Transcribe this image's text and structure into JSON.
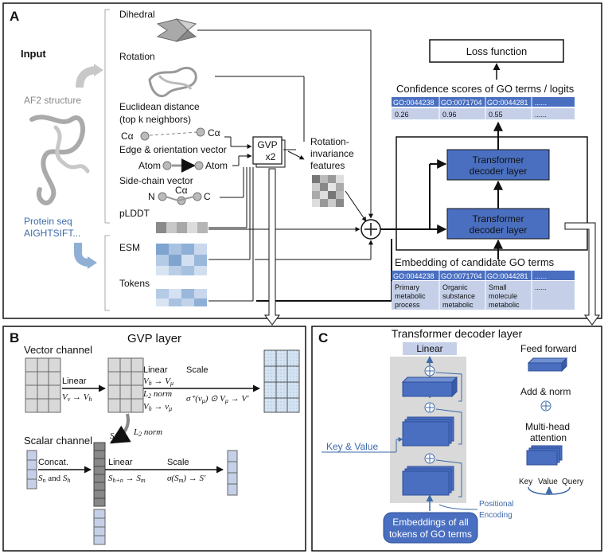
{
  "panels": {
    "A": {
      "letter": "A"
    },
    "B": {
      "letter": "B",
      "title": "GVP layer"
    },
    "C": {
      "letter": "C",
      "title": "Transformer decoder layer"
    }
  },
  "input": {
    "title": "Input",
    "af2": "AF2 structure",
    "protein_seq": "Protein seq",
    "seq_text": "AIGHTSIFT..."
  },
  "features": {
    "dihedral": "Dihedral",
    "rotation": "Rotation",
    "euclid_line1": "Euclidean distance",
    "euclid_line2": "(top k neighbors)",
    "ca1": "Cα",
    "ca2": "Cα",
    "edge_vec": "Edge & orientation vector",
    "atom1": "Atom",
    "atom2": "Atom",
    "side_chain": "Side-chain vector",
    "sc_n": "N",
    "sc_ca": "Cα",
    "sc_c": "C",
    "plddt": "pLDDT",
    "esm": "ESM",
    "tokens": "Tokens"
  },
  "gvp_block": {
    "line1": "GVP",
    "line2": "x2"
  },
  "rotation_inv": {
    "line1": "Rotation-",
    "line2": "invariance",
    "line3": "features"
  },
  "loss": "Loss function",
  "confidence_title": "Confidence scores of GO terms / logits",
  "go_ids": [
    "GO:0044238",
    "GO:0071704",
    "GO:0044281",
    "......"
  ],
  "scores": [
    "0.26",
    "0.96",
    "0.55",
    "......"
  ],
  "decoder_box": {
    "line1": "Transformer",
    "line2": "decoder layer"
  },
  "embedding_title": "Embedding of candidate GO terms",
  "go_desc": [
    {
      "l1": "Primary",
      "l2": "metabolic",
      "l3": "process"
    },
    {
      "l1": "Organic",
      "l2": "substance",
      "l3": "metabolic"
    },
    {
      "l1": "Small",
      "l2": "molecule",
      "l3": "metabolic"
    },
    {
      "l1": "......",
      "l2": "",
      "l3": ""
    }
  ],
  "panelB": {
    "vector_channel": "Vector channel",
    "scalar_channel": "Scalar channel",
    "linear1": "Linear",
    "vv_vh": "V",
    "linear2": "Linear",
    "vh_vmu": "V",
    "l2norm_mid": "L",
    "vh_vmu2": "V",
    "scale1": "Scale",
    "sigma_expr": "σ⁺(v",
    "sh_label": "S",
    "l2norm_side": "L",
    "concat": "Concat.",
    "sn_sh": "and",
    "linear3": "Linear",
    "shn_sm": "S",
    "scale2": "Scale",
    "sigma_sm": "σ(S",
    "norm_word": "norm"
  },
  "panelC": {
    "linear": "Linear",
    "key_value": "Key & Value",
    "positional_l1": "Positional",
    "positional_l2": "Encoding",
    "embed_l1": "Embeddings of all",
    "embed_l2": "tokens of GO terms",
    "legend_ff": "Feed forward",
    "legend_addnorm": "Add & norm",
    "legend_mha_l1": "Multi-head",
    "legend_mha_l2": "attention",
    "legend_key": "Key",
    "legend_value": "Value",
    "legend_query": "Query"
  },
  "colors": {
    "blue_box": "#4a6fc0",
    "header_blue": "#4a6fc0",
    "light_blue": "#c5d0e8",
    "grey_panel": "#d9d9d9",
    "text_blue": "#3d6aa8"
  }
}
